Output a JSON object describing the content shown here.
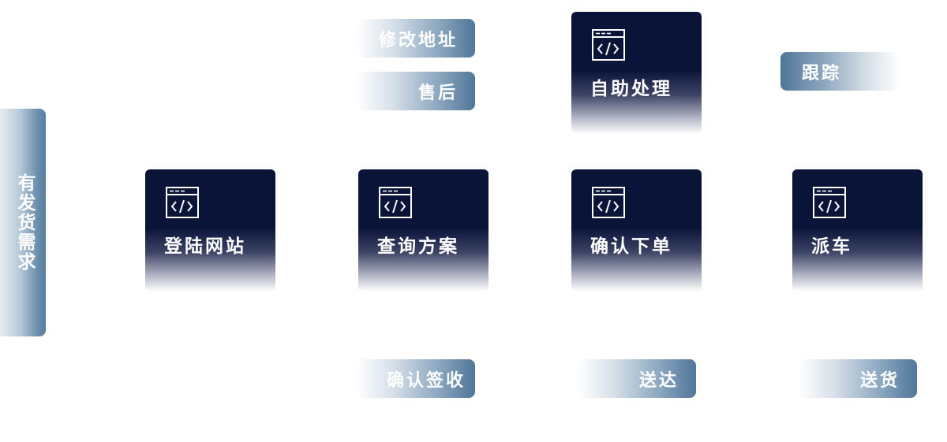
{
  "side_label": "有发货需求",
  "steps": [
    {
      "label": "登陆网站",
      "icon": "code-window-icon"
    },
    {
      "label": "查询方案",
      "icon": "code-window-icon"
    },
    {
      "label": "确认下单",
      "icon": "code-window-icon"
    },
    {
      "label": "派车",
      "icon": "code-window-icon"
    },
    {
      "label": "自助处理",
      "icon": "code-window-icon"
    }
  ],
  "tags": {
    "modify_address": "修改地址",
    "after_sales": "售后",
    "track": "跟踪",
    "confirm_receipt": "确认签收",
    "delivered": "送达",
    "deliver_goods": "送货"
  },
  "colors": {
    "card_navy": "#0a1439",
    "tag_blue": "#4f7699"
  }
}
